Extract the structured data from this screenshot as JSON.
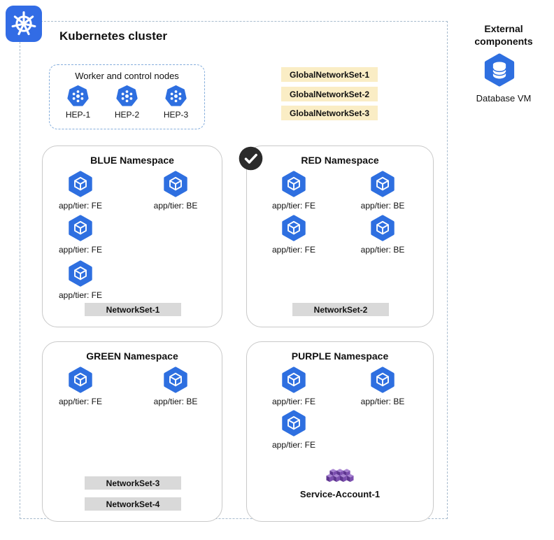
{
  "cluster": {
    "title": "Kubernetes cluster"
  },
  "external": {
    "heading": "External components",
    "database_vm": {
      "label": "Database VM",
      "icon": "database-icon"
    }
  },
  "worker_box": {
    "title": "Worker and control nodes",
    "nodes": [
      {
        "label": "HEP-1",
        "icon": "node-icon"
      },
      {
        "label": "HEP-2",
        "icon": "node-icon"
      },
      {
        "label": "HEP-3",
        "icon": "node-icon"
      }
    ]
  },
  "global_network_sets": [
    {
      "label": "GlobalNetworkSet-1"
    },
    {
      "label": "GlobalNetworkSet-2"
    },
    {
      "label": "GlobalNetworkSet-3"
    }
  ],
  "namespaces": [
    {
      "name": "BLUE Namespace",
      "checked": false,
      "pods": [
        {
          "label": "app/tier: FE"
        },
        {
          "label": "app/tier: BE"
        },
        {
          "label": "app/tier: FE"
        },
        {
          "label": "app/tier: FE"
        }
      ],
      "network_sets": [
        {
          "label": "NetworkSet-1"
        }
      ]
    },
    {
      "name": "RED Namespace",
      "checked": true,
      "pods": [
        {
          "label": "app/tier: FE"
        },
        {
          "label": "app/tier: BE"
        },
        {
          "label": "app/tier: FE"
        },
        {
          "label": "app/tier: BE"
        }
      ],
      "network_sets": [
        {
          "label": "NetworkSet-2"
        }
      ]
    },
    {
      "name": "GREEN Namespace",
      "checked": false,
      "pods": [
        {
          "label": "app/tier: FE"
        },
        {
          "label": "app/tier: BE"
        }
      ],
      "network_sets": [
        {
          "label": "NetworkSet-3"
        },
        {
          "label": "NetworkSet-4"
        }
      ]
    },
    {
      "name": "PURPLE Namespace",
      "checked": false,
      "pods": [
        {
          "label": "app/tier: FE"
        },
        {
          "label": "app/tier: BE"
        },
        {
          "label": "app/tier: FE"
        }
      ],
      "network_sets": [],
      "service_account": {
        "label": "Service-Account-1"
      }
    }
  ],
  "colors": {
    "k8s_blue": "#326CE5",
    "global_set_badge_bg": "#FAEDC5",
    "network_set_badge_bg": "#D9D9D9",
    "service_account_purple": "#7C4FB0",
    "check_circle": "#2B2B2B"
  }
}
